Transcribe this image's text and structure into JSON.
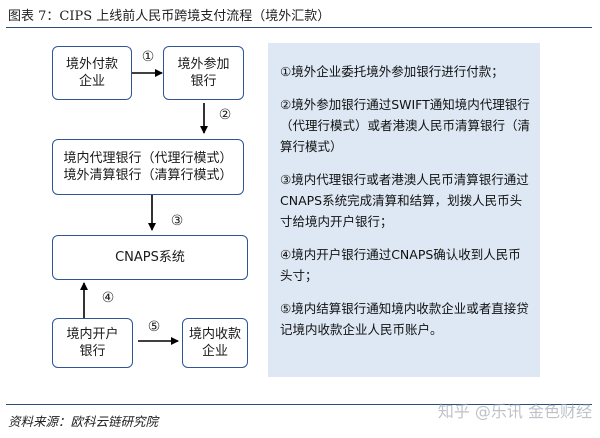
{
  "figure": {
    "title": "图表 7：CIPS 上线前人民币跨境支付流程（境外汇款）",
    "source": "资料来源：欧科云链研究院",
    "watermark": "知乎 @乐讯 金色财经"
  },
  "boxes": {
    "overseas_payer": "境外付款企业",
    "overseas_bank": "境外参加银行",
    "domestic_agent": "境内代理银行（代理行模式）\n境外清算银行（清算行模式）",
    "cnaps": "CNAPS系统",
    "domestic_bank": "境内开户银行",
    "domestic_payee": "境内收款企业"
  },
  "steps": [
    "①",
    "②",
    "③",
    "④",
    "⑤"
  ],
  "descriptions": [
    "①境外企业委托境外参加银行进行付款；",
    "②境外参加银行通过SWIFT通知境内代理银行（代理行模式）或者港澳人民币清算银行（清算行模式）",
    "③境内代理银行或者港澳人民币清算银行通过CNAPS系统完成清算和结算，划拨人民币头寸给境内开户银行；",
    "④境内开户银行通过CNAPS确认收到人民币头寸；",
    "⑤境内结算银行通知境内收款企业或者直接贷记境内收款企业人民币账户。"
  ],
  "colors": {
    "box_border": "#2f5597",
    "panel_bg": "#dde8f4",
    "rule": "#2f4b7c"
  }
}
